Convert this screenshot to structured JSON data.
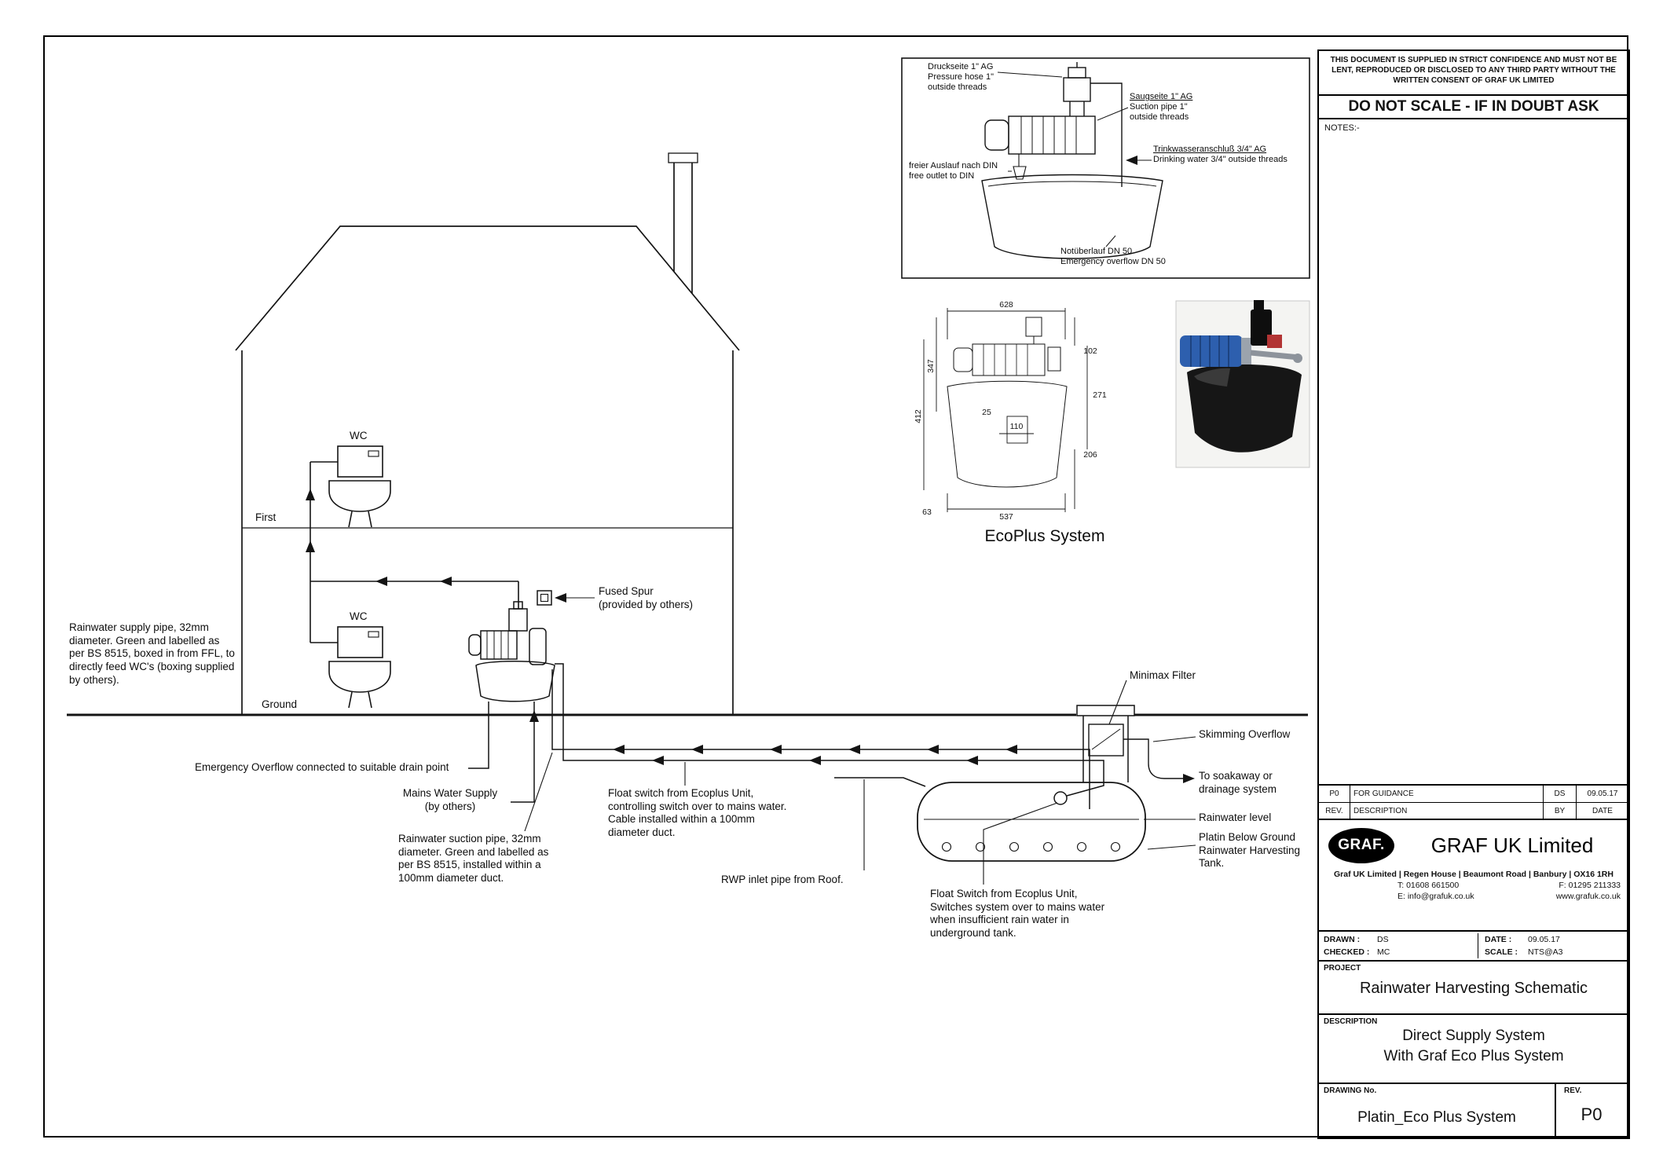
{
  "house": {
    "first_floor_label": "First",
    "ground_floor_label": "Ground",
    "wc_label_first": "WC",
    "wc_label_ground": "WC"
  },
  "callouts": {
    "rainwater_supply": "Rainwater supply pipe, 32mm diameter. Green and labelled as per BS 8515, boxed in from FFL, to directly feed WC's (boxing supplied by others).",
    "fused_spur_line1": "Fused Spur",
    "fused_spur_line2": "(provided by others)",
    "emergency_overflow": "Emergency Overflow connected to suitable drain point",
    "mains_line1": "Mains Water Supply",
    "mains_line2": "(by others)",
    "rainwater_suction": "Rainwater suction pipe, 32mm diameter. Green and labelled as per BS 8515, installed within a 100mm diameter duct.",
    "float_switch_house": "Float switch from Ecoplus Unit, controlling switch over to mains water. Cable installed within a 100mm diameter duct.",
    "rwp_inlet": "RWP inlet pipe from Roof.",
    "float_switch_tank": "Float Switch from Ecoplus Unit, Switches system over to mains water when insufficient rain water in underground tank.",
    "minimax_filter": "Minimax Filter",
    "skimming_overflow": "Skimming Overflow",
    "soakaway": "To soakaway or drainage system",
    "rainwater_level": "Rainwater level",
    "platin_tank": "Platin Below Ground Rainwater Harvesting Tank."
  },
  "detail": {
    "caption": "EcoPlus System",
    "labels": {
      "pressure": [
        "Druckseite 1\" AG",
        "Pressure hose 1\"",
        "outside threads"
      ],
      "suction": [
        "Saugseite 1\" AG",
        "Suction pipe 1\"",
        "outside threads"
      ],
      "drinking": [
        "Trinkwasseranschluß 3/4\" AG",
        "Drinking water 3/4\" outside threads"
      ],
      "free_outlet": [
        "freier Auslauf nach DIN",
        "free outlet to DIN"
      ],
      "overflow": [
        "Notüberlauf DN 50",
        "Emergency overflow DN 50"
      ]
    },
    "dimensions": {
      "overall_width": "628",
      "height_upper": "347",
      "height_overall": "412",
      "right_top": "102",
      "right_middle": "271",
      "right_bottom": "206",
      "base_width": "537",
      "inner_width": "110",
      "inner_small": "25",
      "bottom_left": "63"
    }
  },
  "titleblock": {
    "confidence_notice": "THIS DOCUMENT IS SUPPLIED IN STRICT CONFIDENCE AND MUST NOT BE LENT, REPRODUCED OR DISCLOSED TO ANY THIRD PARTY WITHOUT THE WRITTEN CONSENT OF GRAF UK LIMITED",
    "do_not_scale": "DO NOT SCALE - IF IN DOUBT ASK",
    "notes_label": "NOTES:-",
    "revision_rows": [
      {
        "rev": "P0",
        "description": "FOR GUIDANCE",
        "by": "DS",
        "date": "09.05.17"
      },
      {
        "rev": "REV.",
        "description": "DESCRIPTION",
        "by": "BY",
        "date": "DATE"
      }
    ],
    "company": {
      "logo_text": "GRAF.",
      "name": "GRAF UK Limited",
      "address": "Graf UK Limited | Regen House | Beaumont Road | Banbury | OX16 1RH",
      "tel": "T: 01608 661500",
      "fax": "F: 01295 211333",
      "email": "E: info@grafuk.co.uk",
      "website": "www.grafuk.co.uk"
    },
    "drawn_label": "DRAWN :",
    "drawn_value": "DS",
    "checked_label": "CHECKED :",
    "checked_value": "MC",
    "date_label": "DATE :",
    "date_value": "09.05.17",
    "scale_label": "SCALE :",
    "scale_value": "NTS@A3",
    "project_label": "PROJECT",
    "project_title": "Rainwater Harvesting Schematic",
    "description_label": "DESCRIPTION",
    "description_line1": "Direct Supply System",
    "description_line2": "With Graf Eco Plus System",
    "drawing_no_label": "DRAWING No.",
    "drawing_no_value": "Platin_Eco Plus System",
    "rev_label": "REV.",
    "rev_value": "P0"
  }
}
